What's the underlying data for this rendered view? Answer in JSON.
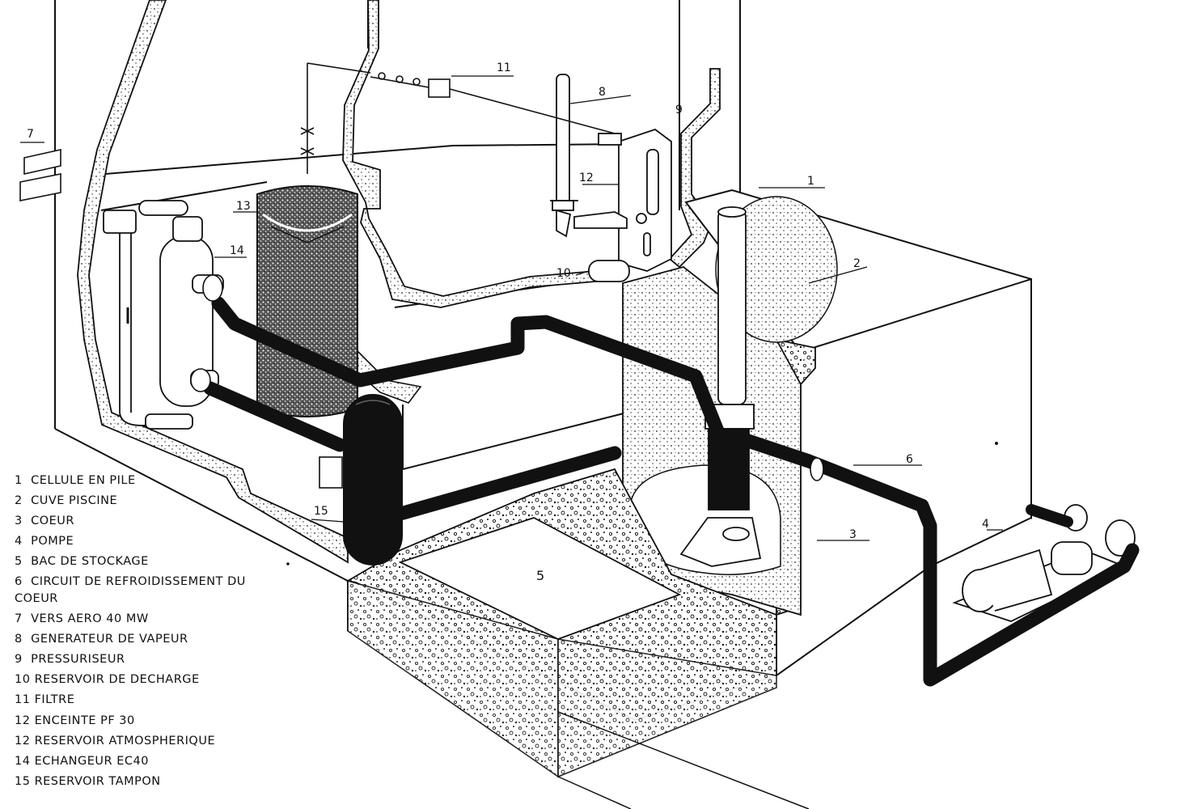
{
  "diagram": {
    "callouts": [
      "1",
      "2",
      "3",
      "4",
      "5",
      "6",
      "7",
      "8",
      "9",
      "10",
      "11",
      "12",
      "13",
      "14",
      "15"
    ]
  },
  "legend": [
    {
      "num": "1",
      "text": "CELLULE EN PILE"
    },
    {
      "num": "2",
      "text": "CUVE PISCINE"
    },
    {
      "num": "3",
      "text": "COEUR"
    },
    {
      "num": "4",
      "text": "POMPE"
    },
    {
      "num": "5",
      "text": "BAC DE STOCKAGE"
    },
    {
      "num": "6",
      "text": "CIRCUIT DE REFROIDISSEMENT DU COEUR"
    },
    {
      "num": "7",
      "text": "VERS AERO 40 MW"
    },
    {
      "num": "8",
      "text": "GENERATEUR DE VAPEUR"
    },
    {
      "num": "9",
      "text": "PRESSURISEUR"
    },
    {
      "num": "10",
      "text": "RESERVOIR DE DECHARGE"
    },
    {
      "num": "11",
      "text": "FILTRE"
    },
    {
      "num": "12",
      "text": "ENCEINTE PF 30"
    },
    {
      "num": "12",
      "text": "RESERVOIR ATMOSPHERIQUE"
    },
    {
      "num": "14",
      "text": "ECHANGEUR EC40"
    },
    {
      "num": "15",
      "text": "RESERVOIR TAMPON"
    }
  ]
}
